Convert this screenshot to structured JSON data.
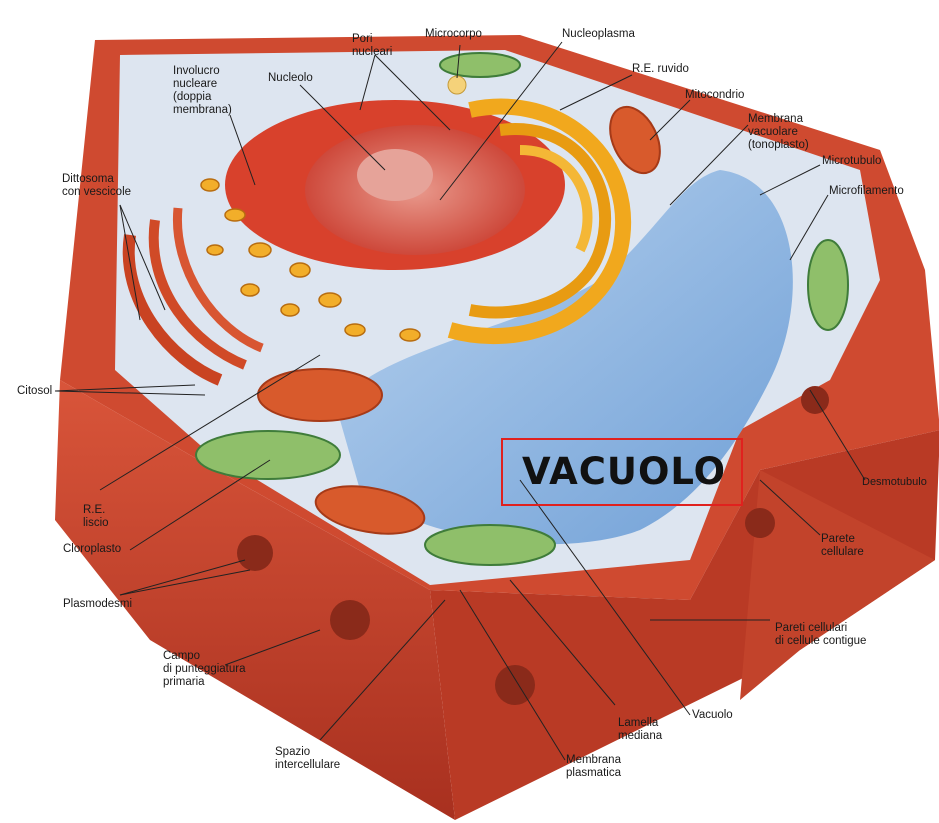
{
  "highlight": {
    "text": "VACUOLO",
    "border_color": "#e0211e"
  },
  "labels": {
    "pori_nucleari": [
      "Pori",
      "nucleari"
    ],
    "microcorpo": [
      "Microcorpo"
    ],
    "nucleoplasma": [
      "Nucleoplasma"
    ],
    "involucro": [
      "Involucro",
      "nucleare",
      "(doppia",
      "membrana)"
    ],
    "nucleolo": [
      "Nucleolo"
    ],
    "re_ruvido": [
      "R.E. ruvido"
    ],
    "mitocondrio": [
      "Mitocondrio"
    ],
    "membrana_vacuolare": [
      "Membrana",
      "vacuolare",
      "(tonoplasto)"
    ],
    "microtubulo": [
      "Microtubulo"
    ],
    "microfilamento": [
      "Microfilamento"
    ],
    "dittosoma": [
      "Dittosoma",
      "con vescicole"
    ],
    "citosol": [
      "Citosol"
    ],
    "re_liscio": [
      "R.E.",
      "liscio"
    ],
    "cloroplasto": [
      "Cloroplasto"
    ],
    "plasmodesmi": [
      "Plasmodesmi"
    ],
    "campo": [
      "Campo",
      "di punteggiatura",
      "primaria"
    ],
    "spazio": [
      "Spazio",
      "intercellulare"
    ],
    "membrana_plasmatica": [
      "Membrana",
      "plasmatica"
    ],
    "lamella": [
      "Lamella",
      "mediana"
    ],
    "vacuolo": [
      "Vacuolo"
    ],
    "pareti": [
      "Pareti cellulari",
      "di cellule contigue"
    ],
    "parete": [
      "Parete",
      "cellulare"
    ],
    "desmotubulo": [
      "Desmotubulo"
    ]
  },
  "colors": {
    "cell_wall": "#c8442e",
    "cell_wall_dark": "#9e2f1f",
    "cytoplasm": "#dfe6f2",
    "vacuole": "#8fb6e0",
    "nucleus": "#d8412c",
    "golgi_rer": "#f1a81d",
    "chloroplast": "#4d9a5a"
  }
}
